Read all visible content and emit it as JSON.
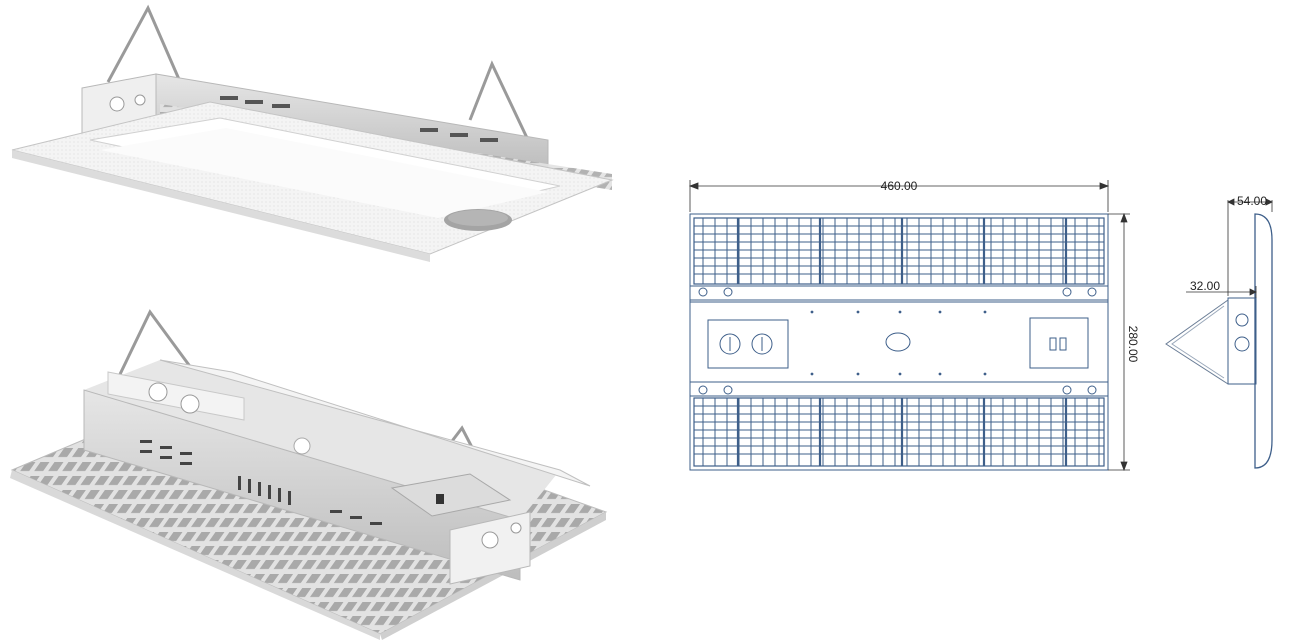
{
  "dimensions": {
    "width": "460.00",
    "height": "280.00",
    "depth": "54.00",
    "bracket": "32.00"
  },
  "colors": {
    "drawing_line": "#3e5f8a",
    "dimension_line": "#333333",
    "render_white": "#f7f7f7",
    "render_gray": "#c9c9c9",
    "render_dark": "#8a8a8a"
  }
}
